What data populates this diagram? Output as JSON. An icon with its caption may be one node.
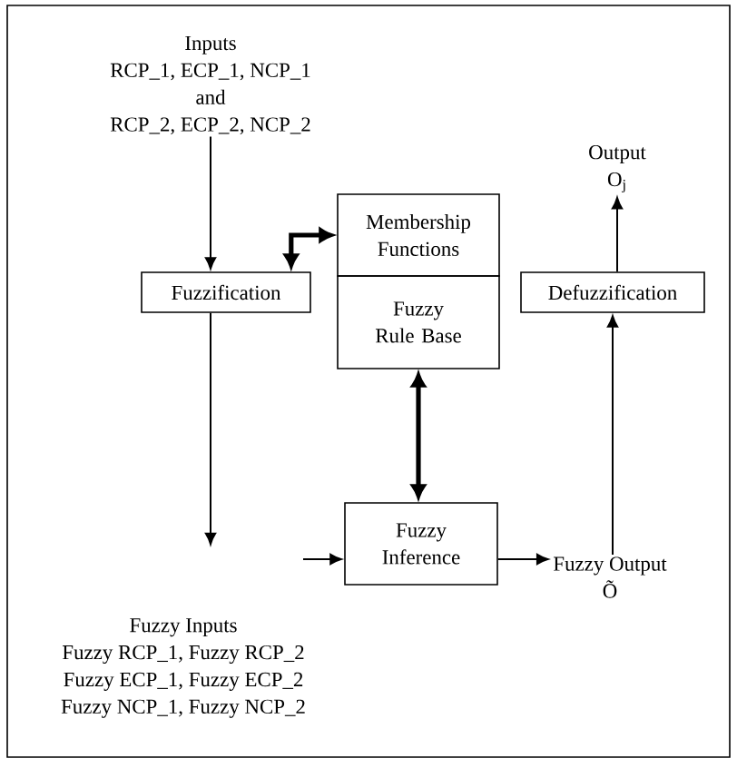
{
  "diagram": {
    "nodes": [
      {
        "text": [
          "Inputs",
          "RCP_1, ECP_1, NCP_1",
          "and",
          "RCP_2, ECP_2, NCP_2"
        ]
      },
      {
        "text": [
          "Fuzzification"
        ]
      },
      {
        "text": [
          "Membership Functions"
        ]
      },
      {
        "text": [
          "Fuzzy Rule Base"
        ]
      },
      {
        "text": [
          "Fuzzy Inference"
        ]
      },
      {
        "text": [
          "Fuzzy Output",
          "Õ"
        ]
      },
      {
        "text": [
          "Defuzzification"
        ]
      },
      {
        "text": [
          "Output",
          "O$_{j}$"
        ]
      },
      {
        "text": [
          "Fuzzy Inputs",
          "Fuzzy RCP_1, Fuzzy RCP_2",
          "Fuzzy ECP_1, Fuzzy ECP_2",
          "Fuzzy NCP_1, Fuzzy NCP_2"
        ]
      }
    ],
    "edges": [
      {
        "from": 0,
        "to": 1,
        "arrow": "to"
      },
      {
        "from": 1,
        "to": 2,
        "arrow": "both",
        "style": "thick"
      },
      {
        "from": 1,
        "to": 8,
        "arrow": "to"
      },
      {
        "from": null,
        "to": 4,
        "arrow": "to"
      },
      {
        "from": 3,
        "to": 4,
        "arrow": "both",
        "style": "thick"
      },
      {
        "from": 4,
        "to": 5,
        "arrow": "to"
      },
      {
        "from": 5,
        "to": 6,
        "arrow": "to"
      },
      {
        "from": 6,
        "to": 7,
        "arrow": "to"
      }
    ]
  }
}
